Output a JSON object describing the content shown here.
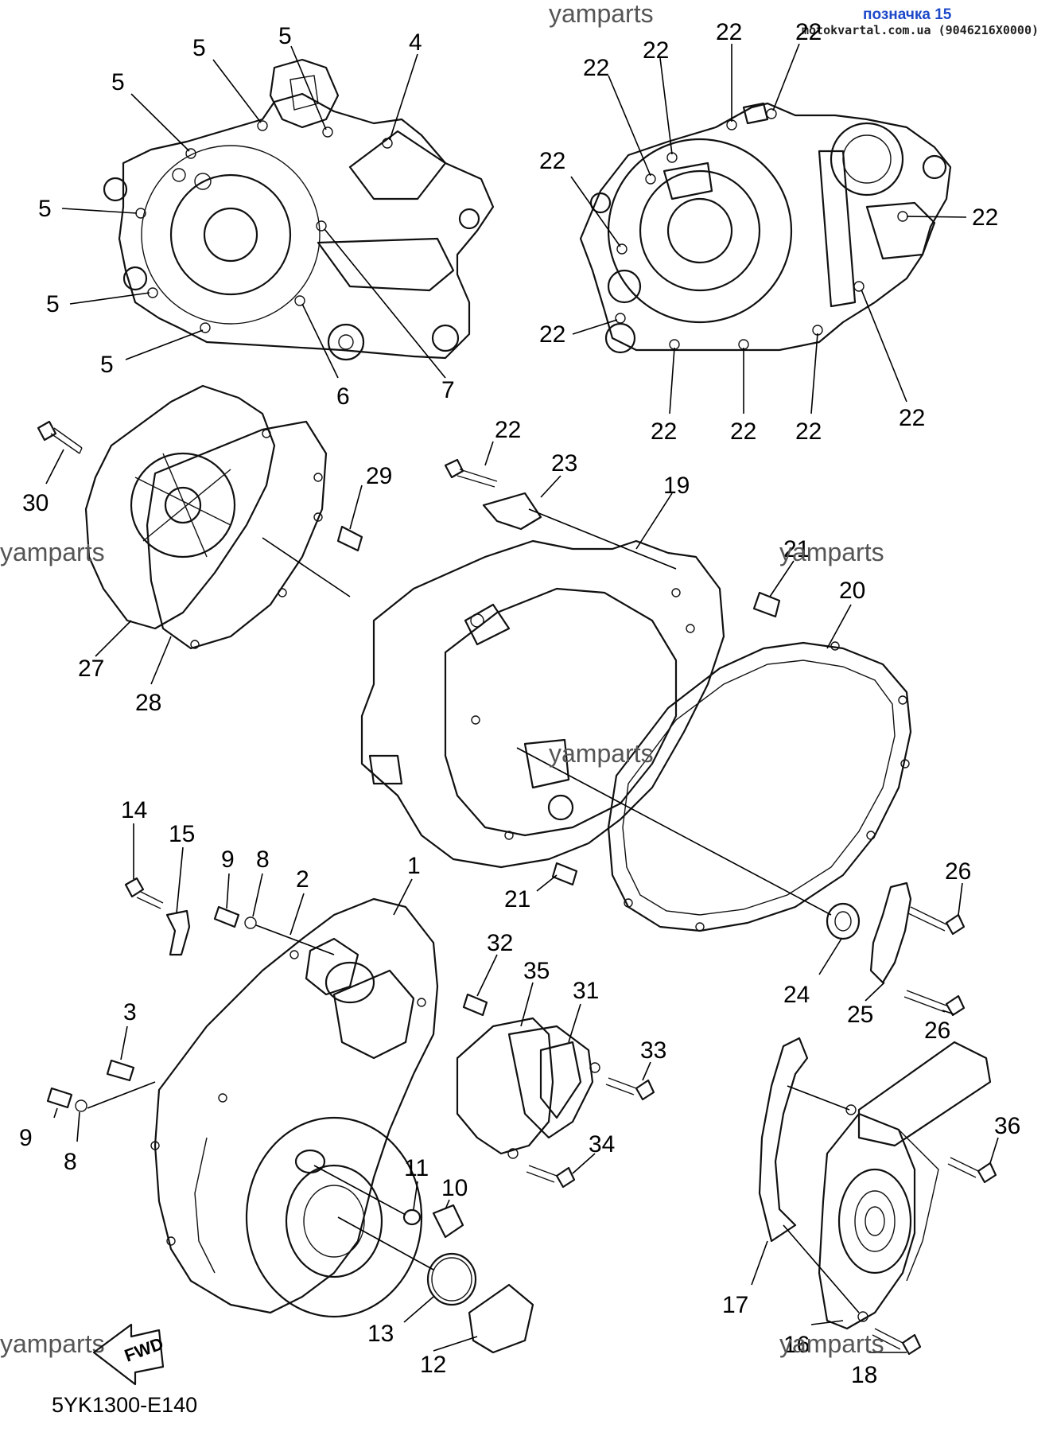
{
  "header": {
    "title": "позначка 15",
    "subtitle": "motokvartal.com.ua (9046216X0000)"
  },
  "watermark": "yamparts",
  "diagram_code": "5YK1300-E140",
  "fwd_label": "FWD",
  "callouts": {
    "c1": "1",
    "c2": "2",
    "c3": "3",
    "c4": "4",
    "c5": "5",
    "c6": "6",
    "c7": "7",
    "c8": "8",
    "c9": "9",
    "c10": "10",
    "c11": "11",
    "c12": "12",
    "c13": "13",
    "c14": "14",
    "c15": "15",
    "c16": "16",
    "c17": "17",
    "c18": "18",
    "c19": "19",
    "c20": "20",
    "c21": "21",
    "c22": "22",
    "c23": "23",
    "c24": "24",
    "c25": "25",
    "c26": "26",
    "c27": "27",
    "c28": "28",
    "c29": "29",
    "c30": "30",
    "c31": "31",
    "c32": "32",
    "c33": "33",
    "c34": "34",
    "c35": "35",
    "c36": "36"
  },
  "colors": {
    "header_title": "#1e49c9",
    "line": "#111111",
    "watermark": "#555555"
  }
}
